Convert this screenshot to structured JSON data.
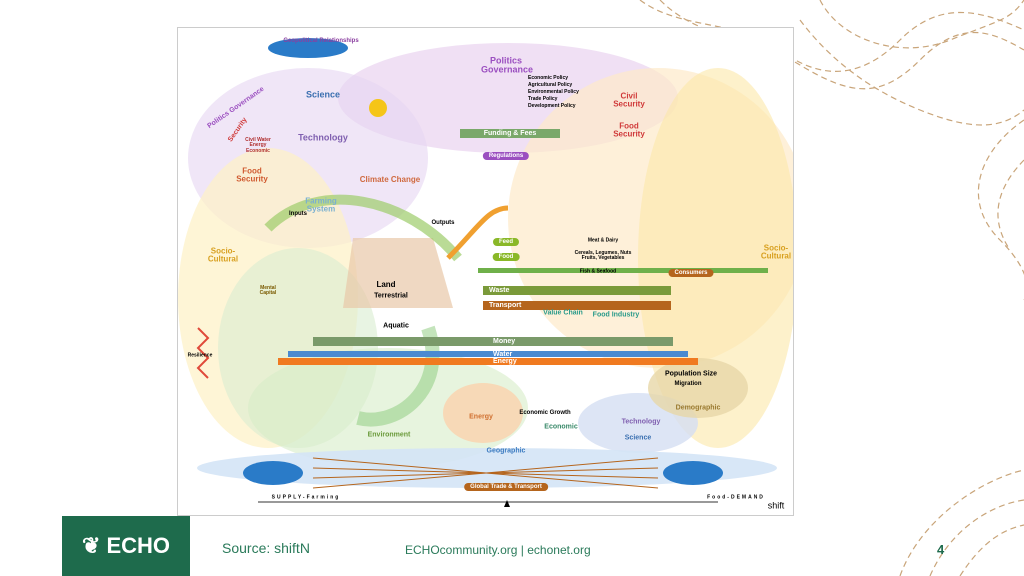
{
  "slide": {
    "source": "Source: shiftN",
    "links": "ECHOcommunity.org | echonet.org",
    "page_number": "4",
    "logo_text": "ECHO"
  },
  "diagram": {
    "geopolitical": "Geopolitical Relationships",
    "politics_top": "Politics Governance",
    "politics_left": "Politics Governance",
    "science_top": "Science",
    "technology_top": "Technology",
    "security_left": "Security",
    "security_items": "Civil Water Energy Economic",
    "food_security_left": "Food Security",
    "civil_security": "Civil Security",
    "food_security_right": "Food Security",
    "policies": [
      "Economic Policy",
      "Agricultural Policy",
      "Environmental Policy",
      "Trade Policy",
      "Development Policy"
    ],
    "climate_change": "Climate Change",
    "funding": "Funding & Fees",
    "regulations": "Regulations",
    "farming_system": "Farming System",
    "inputs": "Inputs",
    "outputs": "Outputs",
    "feed": "Feed",
    "food": "Food",
    "socio_left": "Socio-Cultural",
    "socio_right": "Socio-Cultural",
    "land": "Land",
    "terrestrial": "Terrestrial",
    "aquatic": "Aquatic",
    "consumers": "Consumers",
    "meat": "Meat & Dairy",
    "cereals": "Cereals, Legumes, Nuts Fruits, Vegetables",
    "fish": "Fish & Seafood",
    "waste": "Waste",
    "transport": "Transport",
    "value_chain": "Value Chain",
    "food_industry": "Food Industry",
    "money": "Money",
    "water": "Water",
    "energy_band": "Energy",
    "population": "Population Size",
    "migration": "Migration",
    "demographic": "Demographic",
    "energy": "Energy",
    "economic_growth": "Economic Growth",
    "economic": "Economic",
    "technology_bottom": "Technology",
    "science_bottom": "Science",
    "environment": "Environment",
    "resilience": "Resilience",
    "mental_capital": "Mental Capital",
    "geographic": "Geographic",
    "global_trade": "Global Trade & Transport",
    "supply": "SUPPLY-Farming",
    "demand": "Food-DEMAND",
    "brand": "shift"
  }
}
